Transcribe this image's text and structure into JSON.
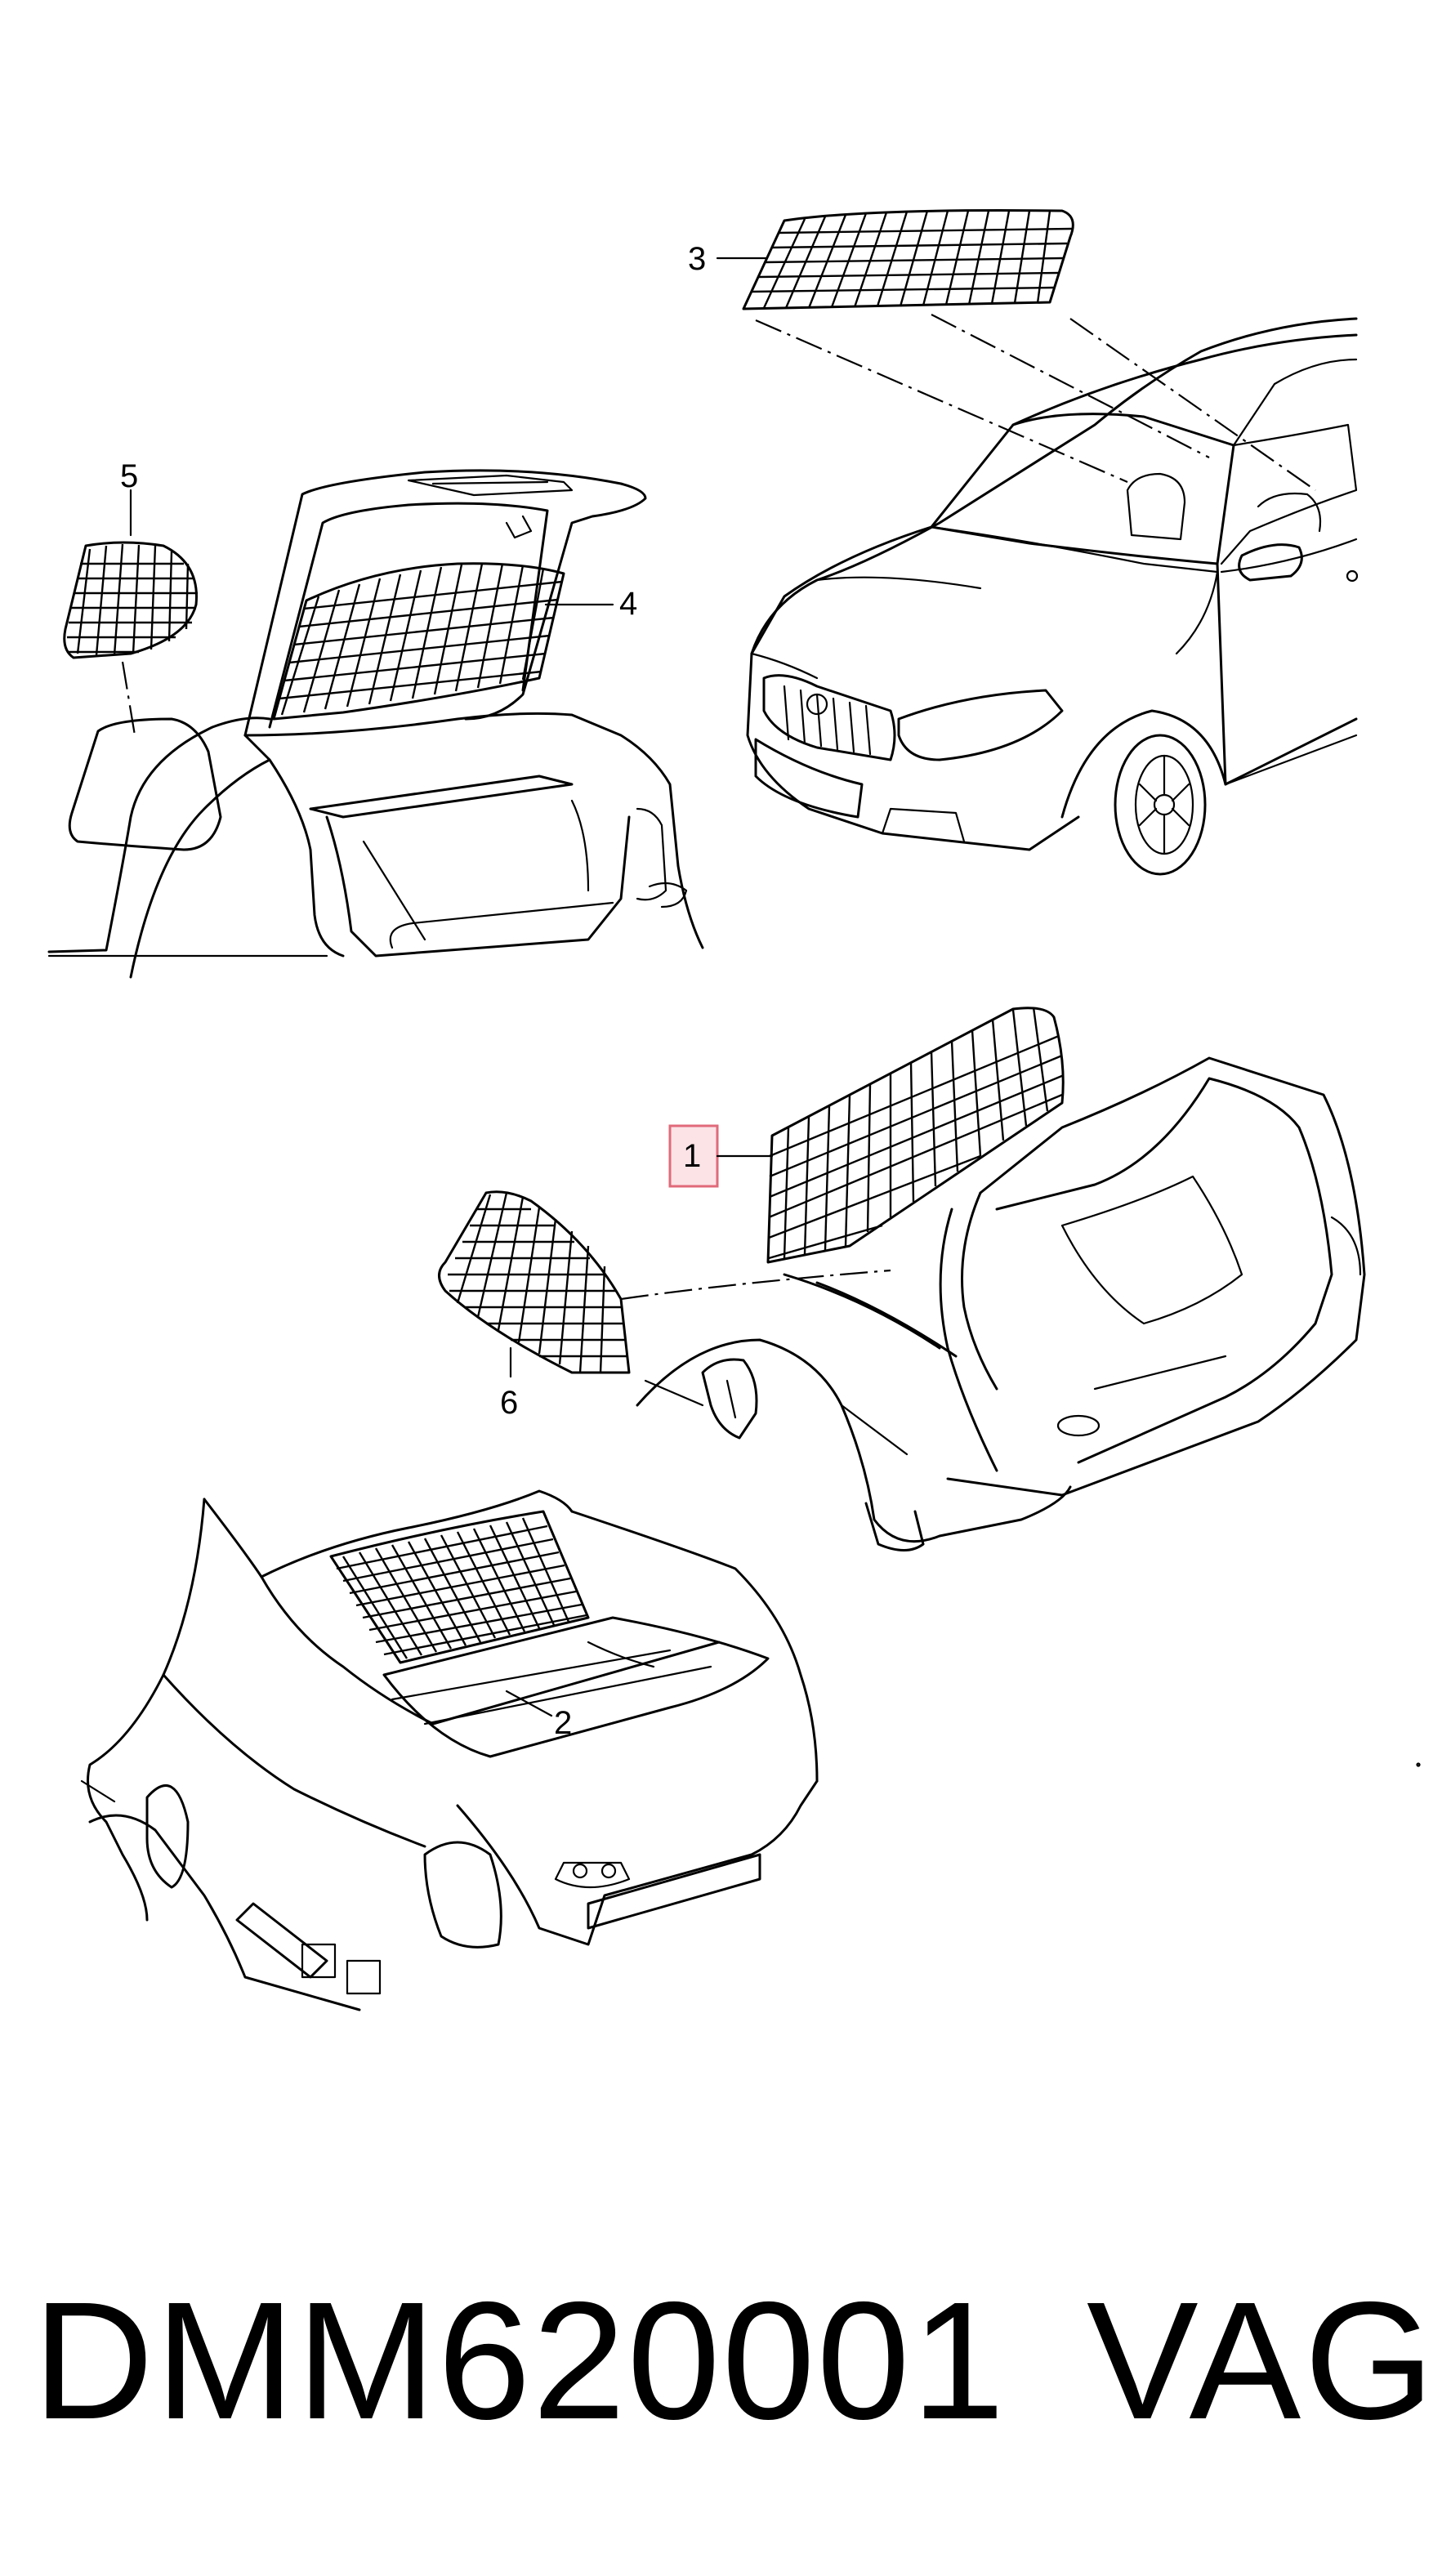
{
  "callouts": [
    "1",
    "2",
    "3",
    "4",
    "5",
    "6"
  ],
  "part_code": "DMM620001",
  "brand": "VAG"
}
